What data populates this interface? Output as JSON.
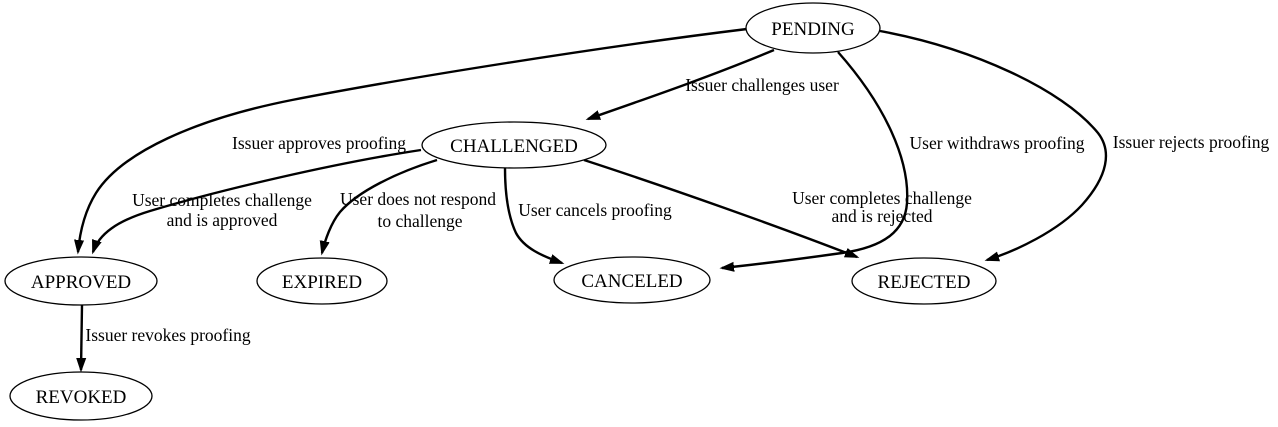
{
  "diagram": {
    "kind": "state-transition-diagram",
    "background_color": "#ffffff",
    "line_color": "#000000",
    "text_color": "#000000"
  },
  "nodes": {
    "pending": {
      "label": "PENDING"
    },
    "challenged": {
      "label": "CHALLENGED"
    },
    "approved": {
      "label": "APPROVED"
    },
    "expired": {
      "label": "EXPIRED"
    },
    "canceled": {
      "label": "CANCELED"
    },
    "rejected": {
      "label": "REJECTED"
    },
    "revoked": {
      "label": "REVOKED"
    }
  },
  "edges": {
    "pending_challenged": {
      "from": "PENDING",
      "to": "CHALLENGED",
      "label": "Issuer challenges user"
    },
    "pending_approved": {
      "from": "PENDING",
      "to": "APPROVED",
      "label": "Issuer approves proofing"
    },
    "pending_canceled": {
      "from": "PENDING",
      "to": "CANCELED",
      "label": "User withdraws proofing"
    },
    "pending_rejected": {
      "from": "PENDING",
      "to": "REJECTED",
      "label": "Issuer rejects proofing"
    },
    "challenged_approved": {
      "from": "CHALLENGED",
      "to": "APPROVED",
      "label_line1": "User completes challenge",
      "label_line2": "and is approved"
    },
    "challenged_expired": {
      "from": "CHALLENGED",
      "to": "EXPIRED",
      "label_line1": "User does not respond",
      "label_line2": "to challenge"
    },
    "challenged_canceled": {
      "from": "CHALLENGED",
      "to": "CANCELED",
      "label": "User cancels proofing"
    },
    "challenged_rejected": {
      "from": "CHALLENGED",
      "to": "REJECTED",
      "label_line1": "User completes challenge",
      "label_line2": "and is rejected"
    },
    "approved_revoked": {
      "from": "APPROVED",
      "to": "REVOKED",
      "label": "Issuer revokes proofing"
    }
  }
}
